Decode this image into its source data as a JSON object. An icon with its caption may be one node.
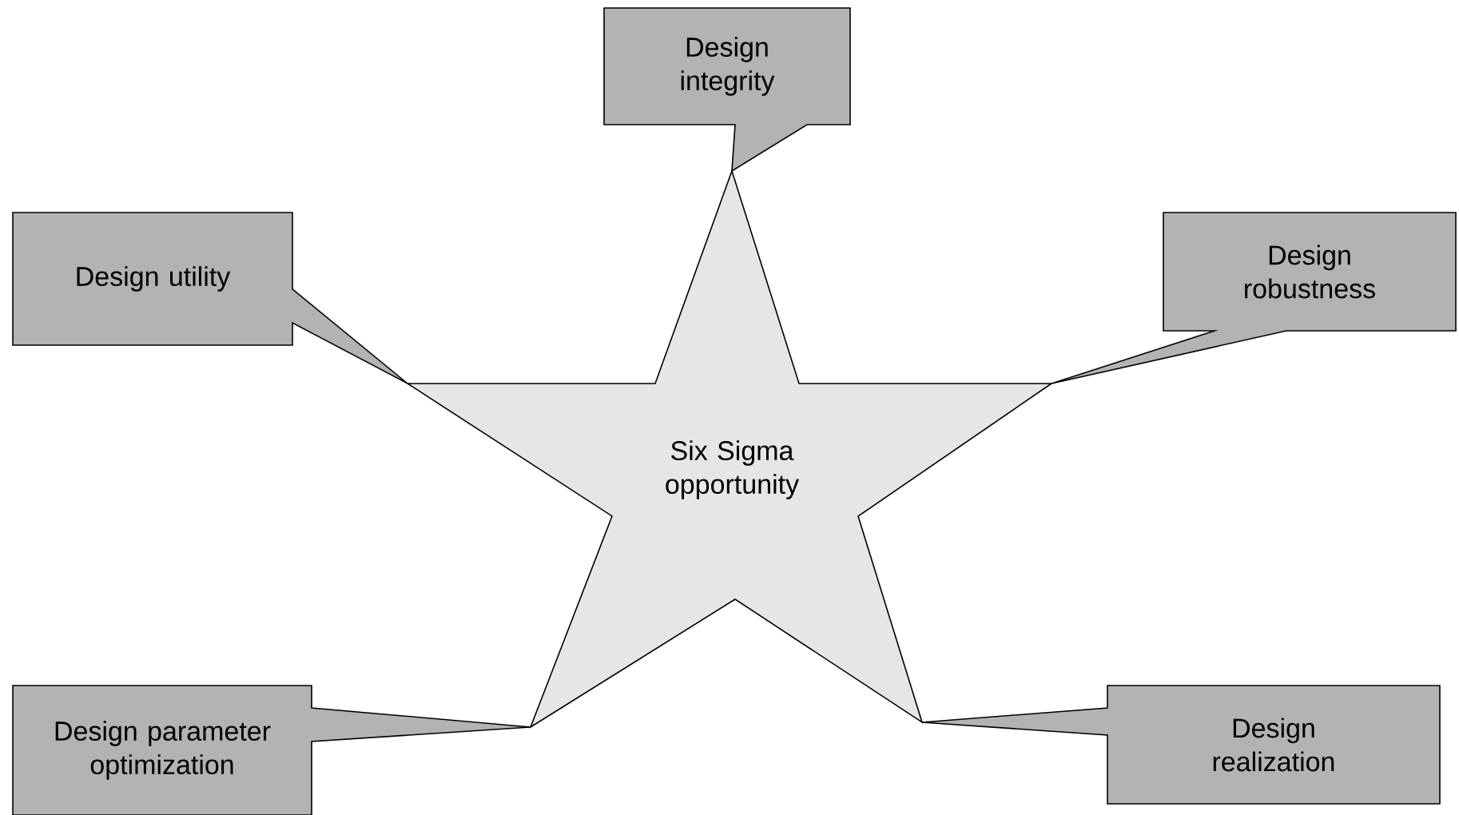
{
  "diagram": {
    "nodes": [
      {
        "text": [
          "Six Sigma opportunity"
        ]
      },
      {
        "text": [
          "Design integrity"
        ]
      },
      {
        "text": [
          "Design utility"
        ]
      },
      {
        "text": [
          "Design robustness"
        ]
      },
      {
        "text": [
          "Design parameter optimization"
        ]
      },
      {
        "text": [
          "Design realization"
        ]
      }
    ]
  }
}
